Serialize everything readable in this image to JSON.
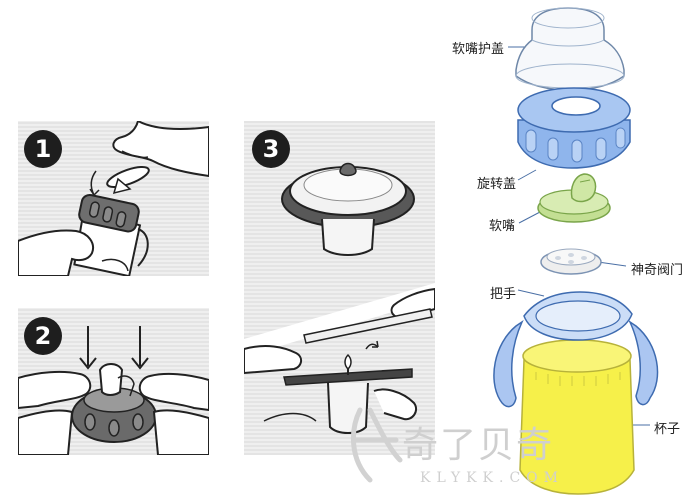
{
  "steps": [
    {
      "number": "1"
    },
    {
      "number": "2"
    },
    {
      "number": "3"
    }
  ],
  "parts": {
    "cap_cover": "软嘴护盖",
    "screw_ring": "旋转盖",
    "spout": "软嘴",
    "valve": "神奇阀门",
    "handle": "把手",
    "cup": "杯子"
  },
  "watermark": {
    "main": "奇了贝奇",
    "sub": "KLYKK.COM"
  },
  "colors": {
    "ring_blue": "#8fb5ec",
    "spout_green": "#cfe7a5",
    "cup_yellow": "#f6f04a",
    "valve_gray": "#eeeeee"
  }
}
